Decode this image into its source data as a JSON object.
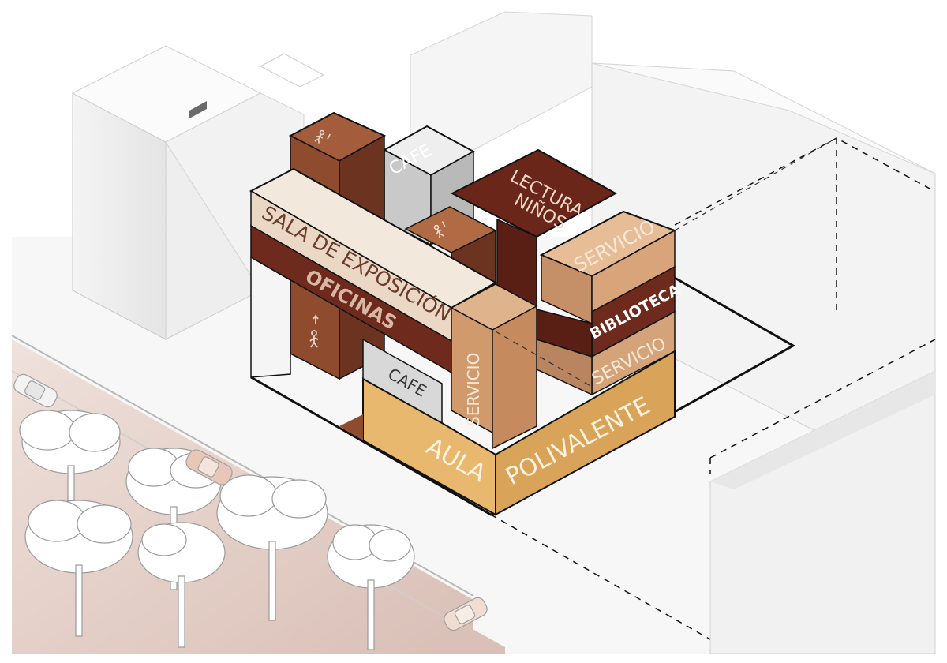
{
  "diagram": {
    "labels": {
      "cafe_upper": "CAFE",
      "lectura": "LECTURA",
      "ninos": "NIÑOS",
      "sala": "SALA DE EXPOSICIÓN",
      "oficinas": "OFICINAS",
      "servicio_top": "SERVICIO",
      "biblioteca": "BIBLIOTECA",
      "servicio_mid": "SERVICIO",
      "cafe_lower": "CAFE",
      "servicio_column": "SERVICIO",
      "aula": "AULA",
      "polivalente": "POLIVALENTE"
    },
    "icons": [
      "stair-person-icon",
      "stair-person-icon",
      "stair-person-icon"
    ],
    "colors": {
      "cream": "#ecdccb",
      "dark_brown": "#6e2a1c",
      "mid_brown": "#9a5a3c",
      "tan": "#d4a37a",
      "gold": "#e8b86e",
      "grey_block": "#d7d7d7",
      "ground_street": "#dcc5bd"
    }
  }
}
